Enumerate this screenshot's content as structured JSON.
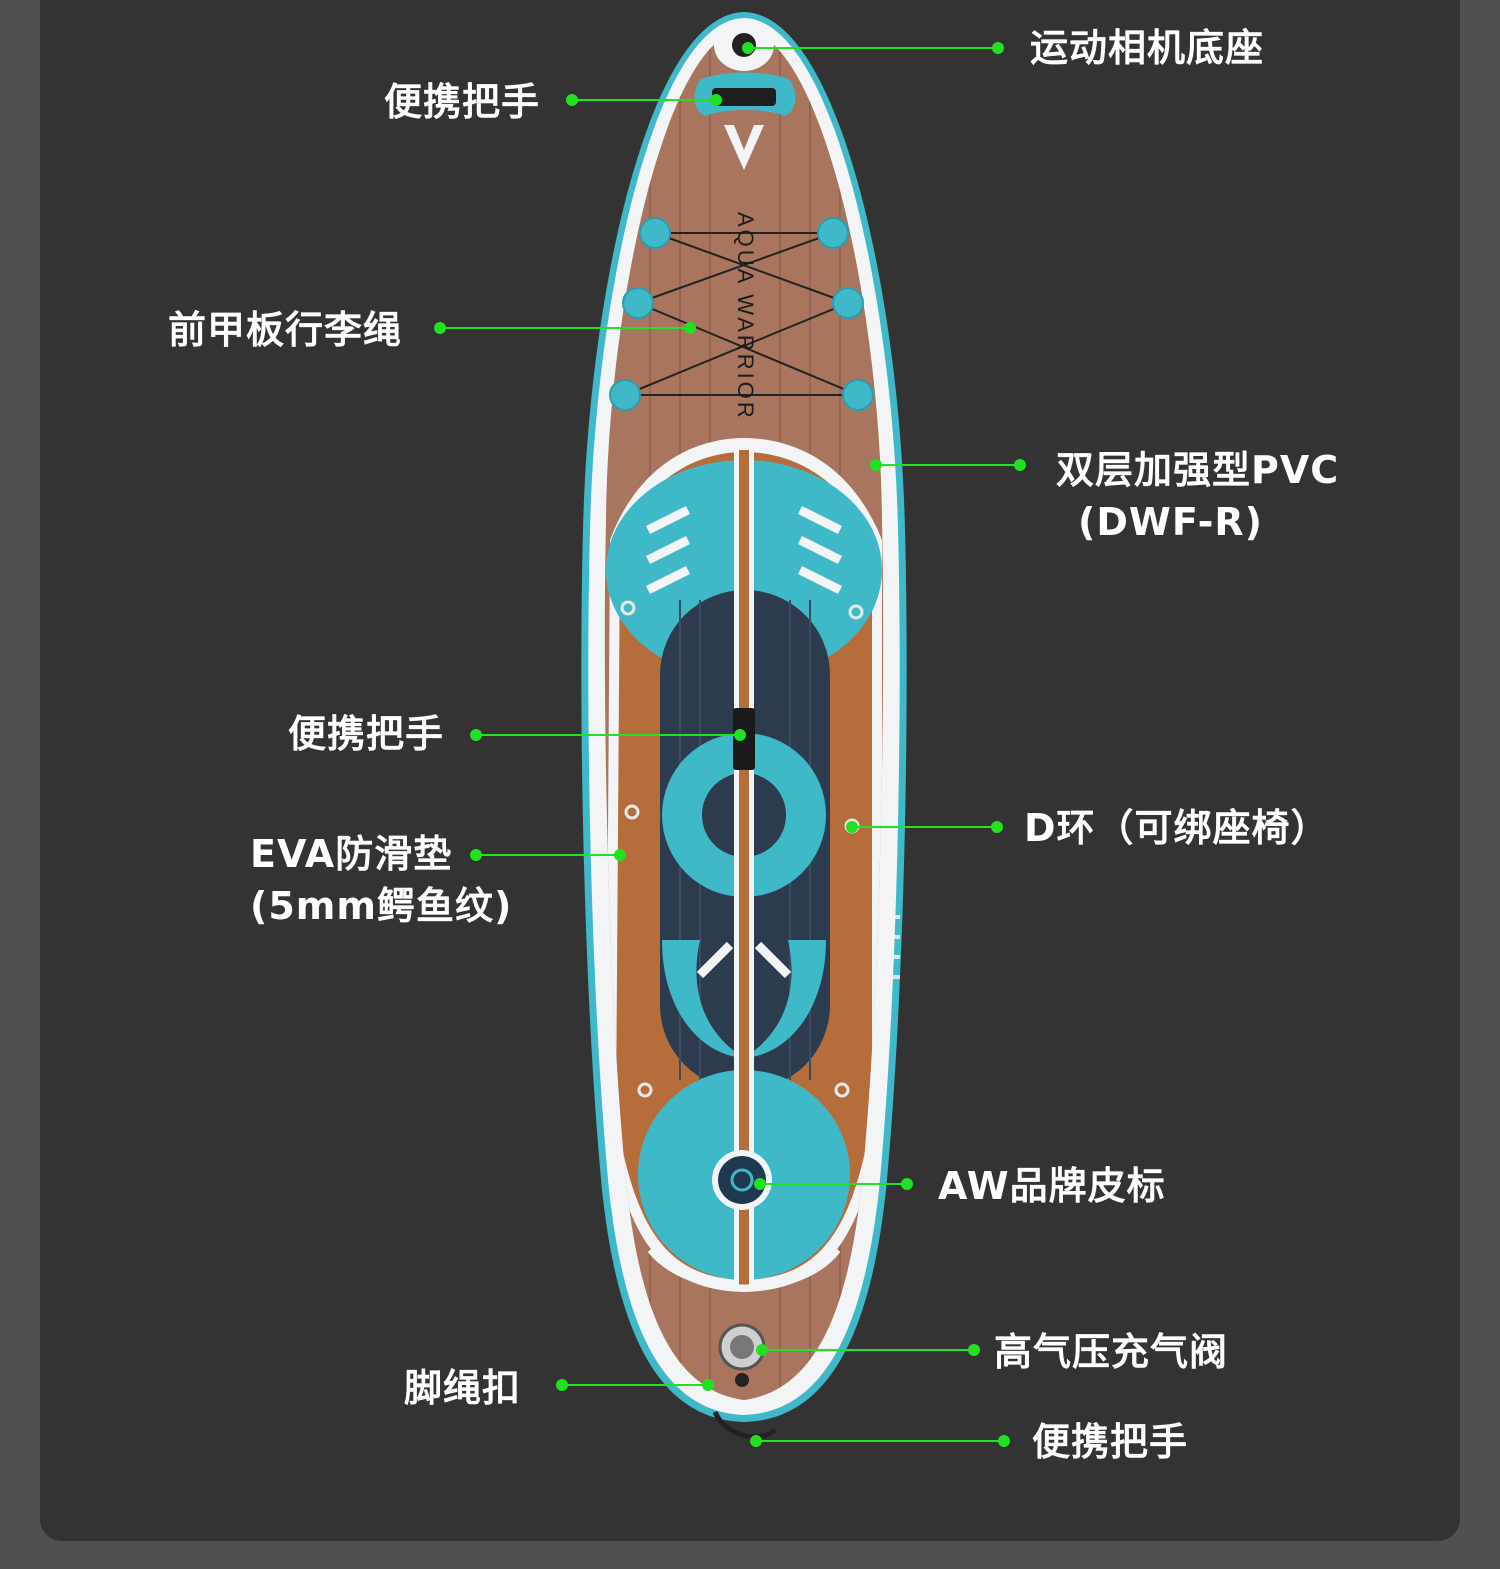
{
  "colors": {
    "background": "#333333",
    "outer_margin": "#505050",
    "leader_line": "#22e022",
    "text": "#ffffff",
    "board_white": "#f2f4f6",
    "board_teal": "#3fb8c8",
    "board_navy": "#2c3b4e",
    "board_wood": "#a9755f",
    "board_copper": "#b56d3c"
  },
  "product": {
    "brand_text": "AQUA WARRIOR"
  },
  "callouts": {
    "camera_mount": "运动相机底座",
    "handle_front": "便携把手",
    "front_bungee": "前甲板行李绳",
    "pvc_line1": "双层加强型PVC",
    "pvc_line2": "(DWF-R)",
    "handle_center": "便携把手",
    "d_ring": "D环（可绑座椅）",
    "eva_line1": "EVA防滑垫",
    "eva_line2": "(5mm鳄鱼纹)",
    "aw_badge": "AW品牌皮标",
    "valve": "高气压充气阀",
    "leash_plug": "脚绳扣",
    "handle_tail": "便携把手"
  },
  "icons": {
    "board": "paddle-board-image"
  }
}
